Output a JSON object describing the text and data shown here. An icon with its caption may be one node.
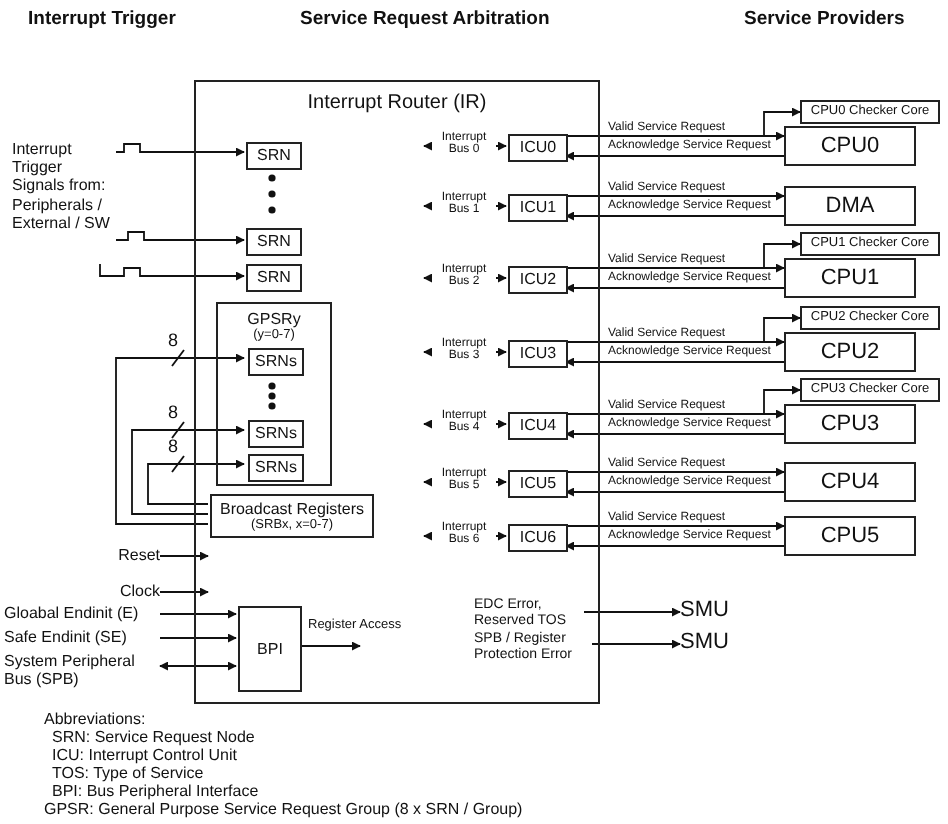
{
  "diagram": {
    "nodes": [
      {
        "text": [
          "Interrupt Router (IR)"
        ]
      },
      {
        "text": [
          "Interrupt Trigger Signals from: Peripherals / External / SW"
        ]
      },
      {
        "text": [
          "SRN"
        ],
        "in": 0
      },
      {
        "text": [
          "SRN"
        ],
        "in": 0
      },
      {
        "text": [
          "SRN"
        ],
        "in": 0
      },
      {
        "text": [
          "GPSRy",
          "(y=0-7)"
        ],
        "in": 0
      },
      {
        "text": [
          "SRNs"
        ],
        "in": 5
      },
      {
        "text": [
          "SRNs"
        ],
        "in": 5
      },
      {
        "text": [
          "SRNs"
        ],
        "in": 5
      },
      {
        "text": [
          "Broadcast Registers",
          "(SRBx, x=0-7)"
        ],
        "in": 0
      },
      {
        "text": [
          "BPI"
        ],
        "in": 0
      },
      {
        "text": [
          "ICU0"
        ],
        "in": 0
      },
      {
        "text": [
          "ICU1"
        ],
        "in": 0
      },
      {
        "text": [
          "ICU2"
        ],
        "in": 0
      },
      {
        "text": [
          "ICU3"
        ],
        "in": 0
      },
      {
        "text": [
          "ICU4"
        ],
        "in": 0
      },
      {
        "text": [
          "ICU5"
        ],
        "in": 0
      },
      {
        "text": [
          "ICU6"
        ],
        "in": 0
      },
      {
        "text": [
          "CPU0 Checker Core"
        ]
      },
      {
        "text": [
          "CPU0"
        ]
      },
      {
        "text": [
          "DMA"
        ]
      },
      {
        "text": [
          "CPU1 Checker Core"
        ]
      },
      {
        "text": [
          "CPU1"
        ]
      },
      {
        "text": [
          "CPU2 Checker Core"
        ]
      },
      {
        "text": [
          "CPU2"
        ]
      },
      {
        "text": [
          "CPU3 Checker Core"
        ]
      },
      {
        "text": [
          "CPU3"
        ]
      },
      {
        "text": [
          "CPU4"
        ]
      },
      {
        "text": [
          "CPU5"
        ]
      },
      {
        "text": [
          "SMU"
        ]
      },
      {
        "text": [
          "SMU"
        ]
      },
      {
        "text": [
          "Reset"
        ]
      },
      {
        "text": [
          "Clock"
        ]
      },
      {
        "text": [
          "Gloabal Endinit (E)"
        ]
      },
      {
        "text": [
          "Safe Endinit (SE)"
        ]
      },
      {
        "text": [
          "System Peripheral Bus (SPB)"
        ]
      },
      {
        "text": [
          "EDC Error, Reserved TOS"
        ],
        "in": 0
      },
      {
        "text": [
          "SPB / Register Protection Error"
        ],
        "in": 0
      }
    ],
    "edges": [
      {
        "from": 1,
        "to": 2,
        "arrow": "to"
      },
      {
        "from": 1,
        "to": 3,
        "arrow": "to"
      },
      {
        "from": 1,
        "to": 4,
        "arrow": "to"
      },
      {
        "from": 9,
        "to": 6,
        "arrow": "to",
        "label": "8"
      },
      {
        "from": 9,
        "to": 7,
        "arrow": "to",
        "label": "8"
      },
      {
        "from": 9,
        "to": 8,
        "arrow": "to",
        "label": "8"
      },
      {
        "from": null,
        "to": 11,
        "arrow": "both",
        "label": "Interrupt Bus 0"
      },
      {
        "from": null,
        "to": 12,
        "arrow": "both",
        "label": "Interrupt Bus 1"
      },
      {
        "from": null,
        "to": 13,
        "arrow": "both",
        "label": "Interrupt Bus 2"
      },
      {
        "from": null,
        "to": 14,
        "arrow": "both",
        "label": "Interrupt Bus 3"
      },
      {
        "from": null,
        "to": 15,
        "arrow": "both",
        "label": "Interrupt Bus 4"
      },
      {
        "from": null,
        "to": 16,
        "arrow": "both",
        "label": "Interrupt Bus 5"
      },
      {
        "from": null,
        "to": 17,
        "arrow": "both",
        "label": "Interrupt Bus 6"
      },
      {
        "from": 11,
        "to": 19,
        "arrow": "to",
        "label": "Valid Service Request"
      },
      {
        "from": 11,
        "to": 18,
        "arrow": "to"
      },
      {
        "from": 19,
        "to": 11,
        "arrow": "to",
        "label": "Acknowledge Service Request"
      },
      {
        "from": 12,
        "to": 20,
        "arrow": "to",
        "label": "Valid Service Request"
      },
      {
        "from": 20,
        "to": 12,
        "arrow": "to",
        "label": "Acknowledge Service Request"
      },
      {
        "from": 13,
        "to": 22,
        "arrow": "to",
        "label": "Valid Service Request"
      },
      {
        "from": 13,
        "to": 21,
        "arrow": "to"
      },
      {
        "from": 22,
        "to": 13,
        "arrow": "to",
        "label": "Acknowledge Service Request"
      },
      {
        "from": 14,
        "to": 24,
        "arrow": "to",
        "label": "Valid Service Request"
      },
      {
        "from": 14,
        "to": 23,
        "arrow": "to"
      },
      {
        "from": 24,
        "to": 14,
        "arrow": "to",
        "label": "Acknowledge Service Request"
      },
      {
        "from": 15,
        "to": 26,
        "arrow": "to",
        "label": "Valid Service Request"
      },
      {
        "from": 15,
        "to": 25,
        "arrow": "to"
      },
      {
        "from": 26,
        "to": 15,
        "arrow": "to",
        "label": "Acknowledge Service Request"
      },
      {
        "from": 16,
        "to": 27,
        "arrow": "to",
        "label": "Valid Service Request"
      },
      {
        "from": 27,
        "to": 16,
        "arrow": "to",
        "label": "Acknowledge Service Request"
      },
      {
        "from": 17,
        "to": 28,
        "arrow": "to",
        "label": "Valid Service Request"
      },
      {
        "from": 28,
        "to": 17,
        "arrow": "to",
        "label": "Acknowledge Service Request"
      },
      {
        "from": 31,
        "to": null,
        "arrow": "to"
      },
      {
        "from": 32,
        "to": null,
        "arrow": "to"
      },
      {
        "from": 33,
        "to": 10,
        "arrow": "to"
      },
      {
        "from": 34,
        "to": 10,
        "arrow": "to"
      },
      {
        "from": 35,
        "to": 10,
        "arrow": "both"
      },
      {
        "from": 10,
        "to": null,
        "arrow": "to",
        "label": "Register Access"
      },
      {
        "from": 36,
        "to": 29,
        "arrow": "to"
      },
      {
        "from": 37,
        "to": 30,
        "arrow": "to"
      }
    ],
    "labels": [
      "Interrupt Trigger",
      "Service Request Arbitration",
      "Service Providers",
      "Abbreviations:",
      "SRN: Service Request Node",
      "ICU: Interrupt Control Unit",
      "TOS: Type of Service",
      "BPI: Bus Peripheral Interface",
      "GPSR: General Purpose Service Request Group (8 x SRN / Group)"
    ]
  }
}
